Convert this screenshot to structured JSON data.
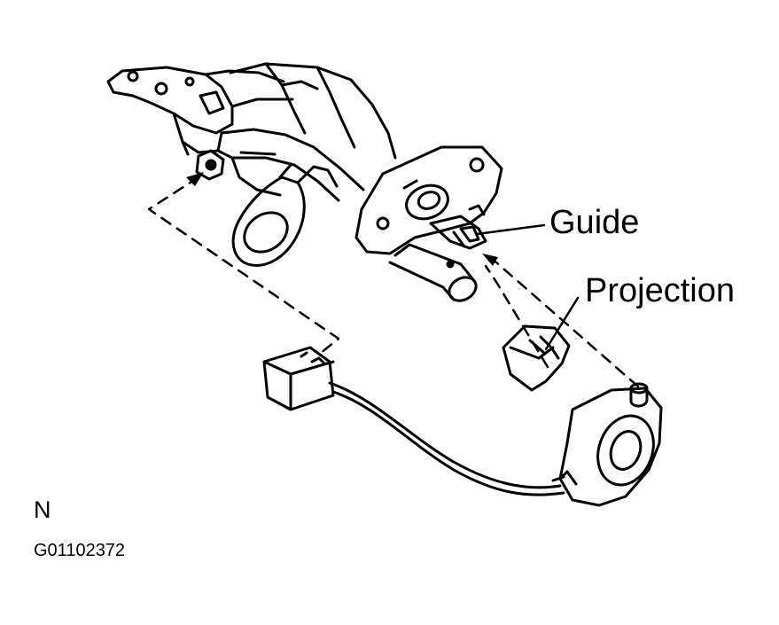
{
  "diagram": {
    "callouts": {
      "guide": "Guide",
      "projection": "Projection"
    },
    "view_letter": "N",
    "figure_id": "G01102372",
    "colors": {
      "ink": "#000000",
      "background": "#ffffff"
    }
  }
}
